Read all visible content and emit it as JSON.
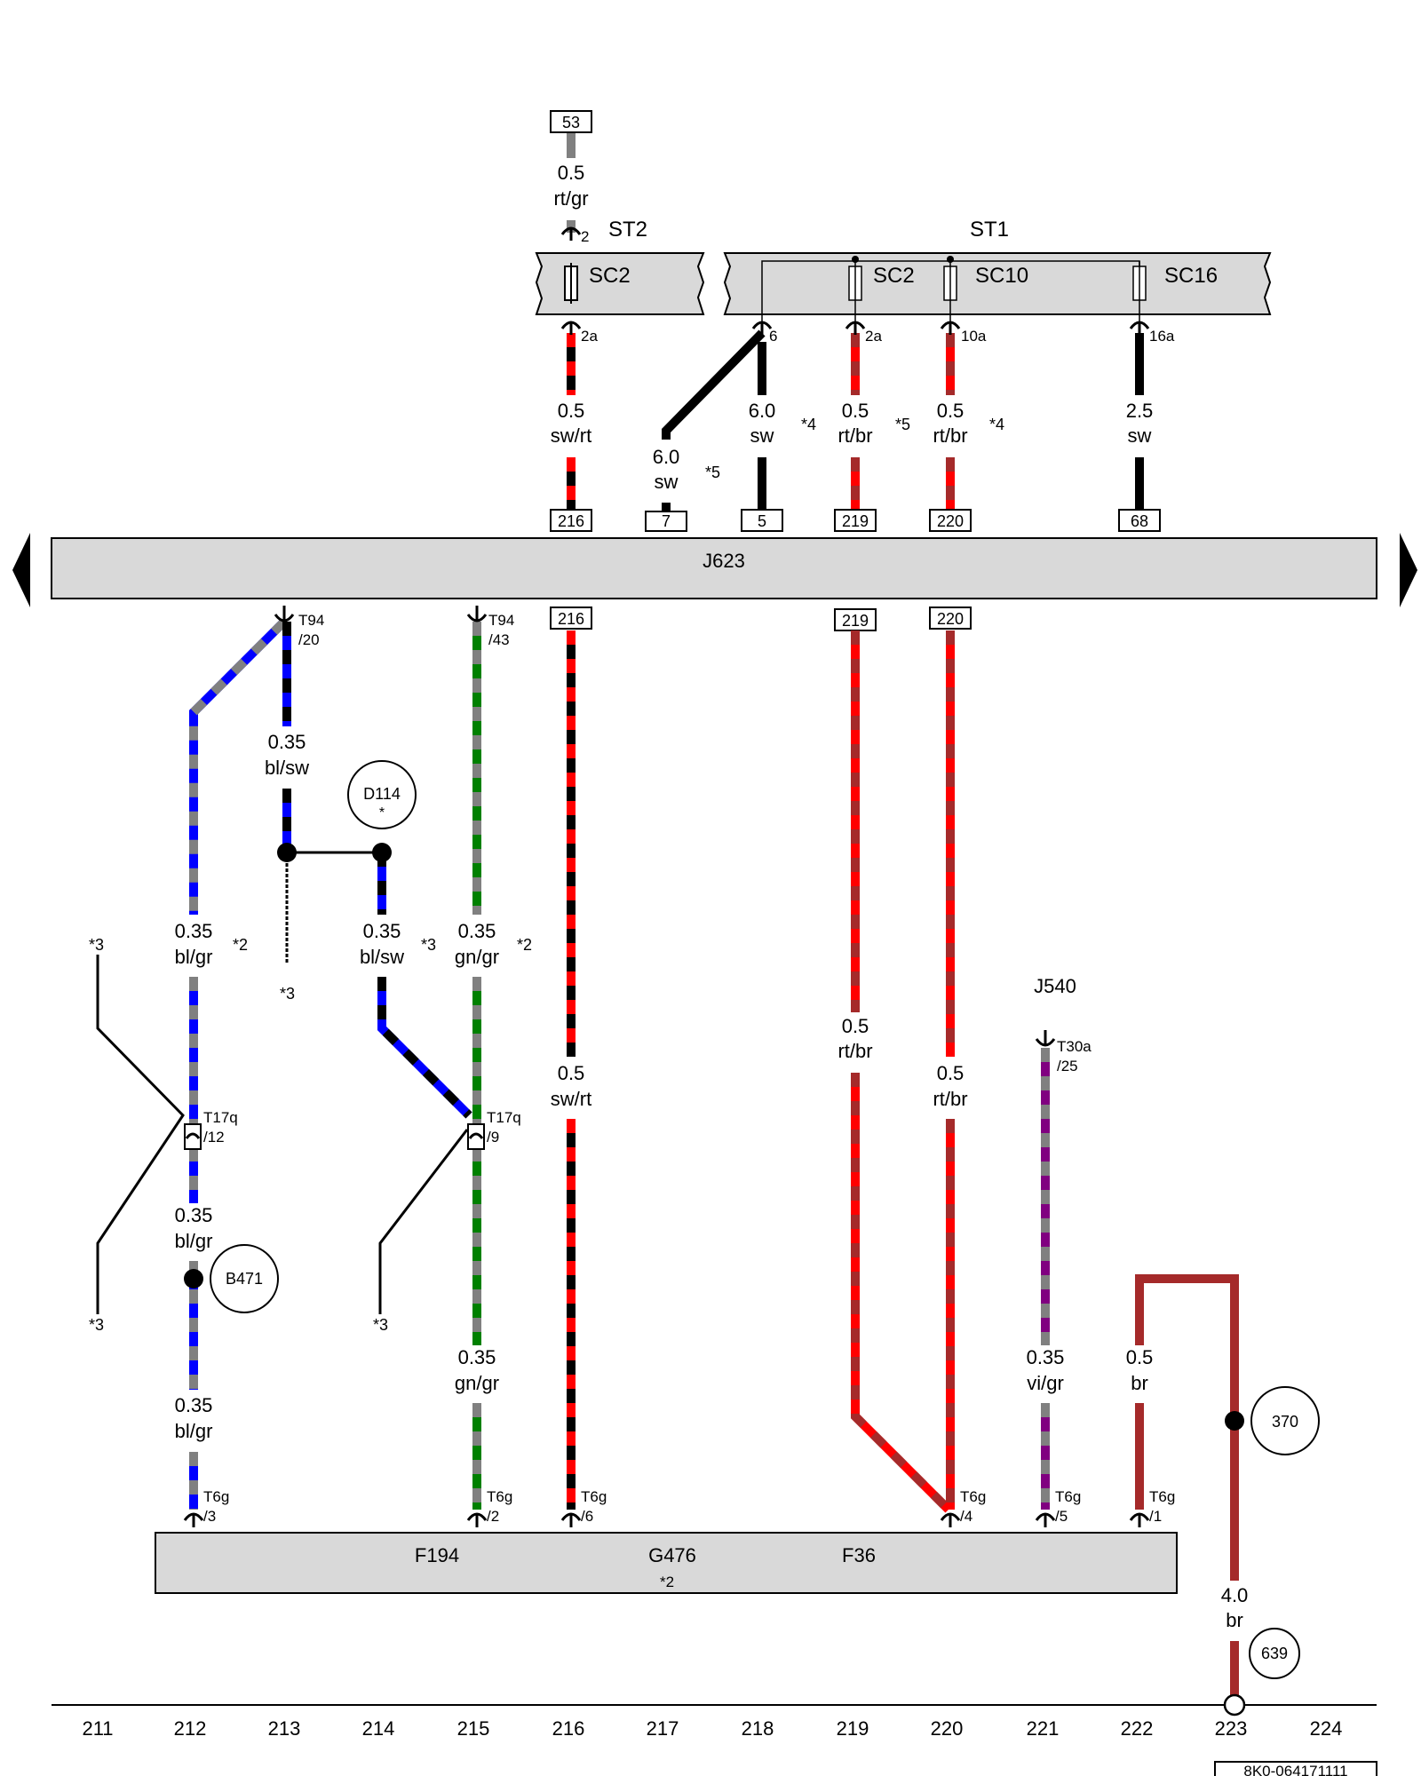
{
  "colors": {
    "black": "#000000",
    "grey": "#808080",
    "red": "#ff0000",
    "brown": "#a52a2a",
    "blue": "#0000ff",
    "green": "#008000",
    "violet": "#800080",
    "module_fill": "#d9d9d9"
  },
  "terminal_53": "53",
  "relay_panels": [
    {
      "name": "ST2",
      "fuses": [
        "SC2"
      ]
    },
    {
      "name": "ST1",
      "fuses": [
        "SC2",
        "SC10",
        "SC16"
      ]
    }
  ],
  "control_unit": "J623",
  "bottom_module": {
    "labels": [
      "F194",
      "G476",
      "F36"
    ],
    "note": "*2"
  },
  "connector_j540": "J540",
  "top_pin_labels": [
    "2",
    "2a",
    "6",
    "2a",
    "10a",
    "16a"
  ],
  "top_plug_numbers": [
    "216",
    "7",
    "5",
    "219",
    "220",
    "68"
  ],
  "top_wires": [
    {
      "size": "0.5",
      "color": "rt/gr",
      "note": ""
    },
    {
      "size": "0.5",
      "color": "sw/rt",
      "note": ""
    },
    {
      "size": "6.0",
      "color": "sw",
      "note": "*5"
    },
    {
      "size": "6.0",
      "color": "sw",
      "note": "*4"
    },
    {
      "size": "0.5",
      "color": "rt/br",
      "note": "*5"
    },
    {
      "size": "0.5",
      "color": "rt/br",
      "note": "*4"
    },
    {
      "size": "2.5",
      "color": "sw",
      "note": ""
    }
  ],
  "j623_lower_pins": [
    {
      "label": "T94",
      "sub": "/20"
    },
    {
      "label": "T94",
      "sub": "/43"
    },
    {
      "label": "216",
      "sub": ""
    },
    {
      "label": "219",
      "sub": ""
    },
    {
      "label": "220",
      "sub": ""
    }
  ],
  "lower_wires": [
    {
      "size": "0.35",
      "color": "bl/sw",
      "note": ""
    },
    {
      "size": "0.35",
      "color": "bl/gr",
      "note": "*2"
    },
    {
      "size": "0.35",
      "color": "bl/sw",
      "note": "*3"
    },
    {
      "size": "0.35",
      "color": "gn/gr",
      "note": "*2"
    },
    {
      "size": "0.5",
      "color": "sw/rt",
      "note": ""
    },
    {
      "size": "0.5",
      "color": "rt/br",
      "note": ""
    },
    {
      "size": "0.5",
      "color": "rt/br",
      "note": ""
    },
    {
      "size": "0.35",
      "color": "bl/gr",
      "note": ""
    },
    {
      "size": "0.35",
      "color": "bl/gr",
      "note": ""
    },
    {
      "size": "0.35",
      "color": "gn/gr",
      "note": ""
    },
    {
      "size": "0.35",
      "color": "vi/gr",
      "note": ""
    },
    {
      "size": "0.5",
      "color": "br",
      "note": ""
    },
    {
      "size": "4.0",
      "color": "br",
      "note": ""
    }
  ],
  "star3": "*3",
  "t17q": [
    {
      "label": "T17q",
      "sub": "/12"
    },
    {
      "label": "T17q",
      "sub": "/9"
    }
  ],
  "t30a": {
    "label": "T30a",
    "sub": "/25"
  },
  "t6g_pins": [
    {
      "label": "T6g",
      "sub": "/3"
    },
    {
      "label": "T6g",
      "sub": "/2"
    },
    {
      "label": "T6g",
      "sub": "/6"
    },
    {
      "label": "T6g",
      "sub": "/4"
    },
    {
      "label": "T6g",
      "sub": "/5"
    },
    {
      "label": "T6g",
      "sub": "/1"
    }
  ],
  "circle_refs": {
    "d114": "D114",
    "d114_note": "*",
    "b471": "B471",
    "r370": "370",
    "r639": "639"
  },
  "track_numbers": [
    "211",
    "212",
    "213",
    "214",
    "215",
    "216",
    "217",
    "218",
    "219",
    "220",
    "221",
    "222",
    "223",
    "224"
  ],
  "drawing_id": "8K0-064171111"
}
